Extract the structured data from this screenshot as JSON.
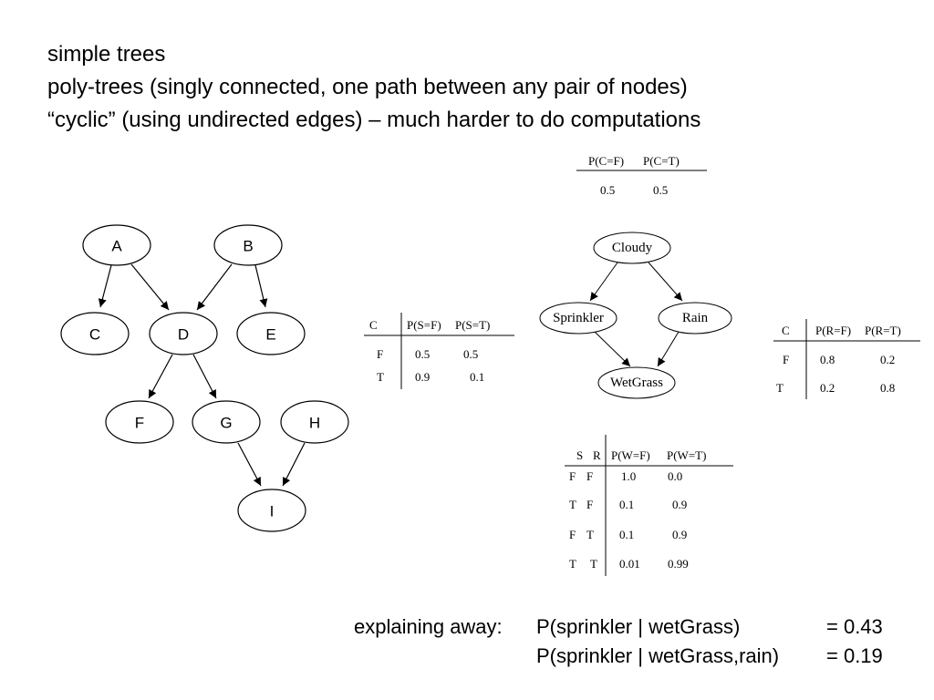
{
  "headline": [
    "simple trees",
    "poly-trees (singly connected, one path between any pair of nodes)",
    "“cyclic” (using undirected edges) – much harder to do computations"
  ],
  "polytree": {
    "nodes": {
      "A": "A",
      "B": "B",
      "C": "C",
      "D": "D",
      "E": "E",
      "F": "F",
      "G": "G",
      "H": "H",
      "I": "I"
    },
    "edges": [
      [
        "A",
        "C"
      ],
      [
        "A",
        "D"
      ],
      [
        "B",
        "D"
      ],
      [
        "B",
        "E"
      ],
      [
        "D",
        "F"
      ],
      [
        "D",
        "G"
      ],
      [
        "G",
        "I"
      ],
      [
        "H",
        "I"
      ]
    ]
  },
  "network": {
    "nodes": {
      "cloudy": "Cloudy",
      "sprinkler": "Sprinkler",
      "rain": "Rain",
      "wetgrass": "WetGrass"
    },
    "edges": [
      [
        "cloudy",
        "sprinkler"
      ],
      [
        "cloudy",
        "rain"
      ],
      [
        "sprinkler",
        "wetgrass"
      ],
      [
        "rain",
        "wetgrass"
      ]
    ]
  },
  "cpt_cloudy": {
    "headers": [
      "P(C=F)",
      "P(C=T)"
    ],
    "values": [
      "0.5",
      "0.5"
    ]
  },
  "cpt_sprinkler": {
    "headers": [
      "C",
      "P(S=F)",
      "P(S=T)"
    ],
    "rows": [
      [
        "F",
        "0.5",
        "0.5"
      ],
      [
        "T",
        "0.9",
        "0.1"
      ]
    ]
  },
  "cpt_rain": {
    "headers": [
      "C",
      "P(R=F)",
      "P(R=T)"
    ],
    "rows": [
      [
        "F",
        "0.8",
        "0.2"
      ],
      [
        "T",
        "0.2",
        "0.8"
      ]
    ]
  },
  "cpt_wetgrass": {
    "headers": [
      "S",
      "R",
      "P(W=F)",
      "P(W=T)"
    ],
    "rows": [
      [
        "F",
        "F",
        "1.0",
        "0.0"
      ],
      [
        "T",
        "F",
        "0.1",
        "0.9"
      ],
      [
        "F",
        "T",
        "0.1",
        "0.9"
      ],
      [
        "T",
        "T",
        "0.01",
        "0.99"
      ]
    ]
  },
  "explaining": {
    "label": "explaining away:",
    "row1_expr": "P(sprinkler | wetGrass)",
    "row1_value": "= 0.43",
    "row2_expr": "P(sprinkler | wetGrass,rain)",
    "row2_value": "= 0.19"
  }
}
